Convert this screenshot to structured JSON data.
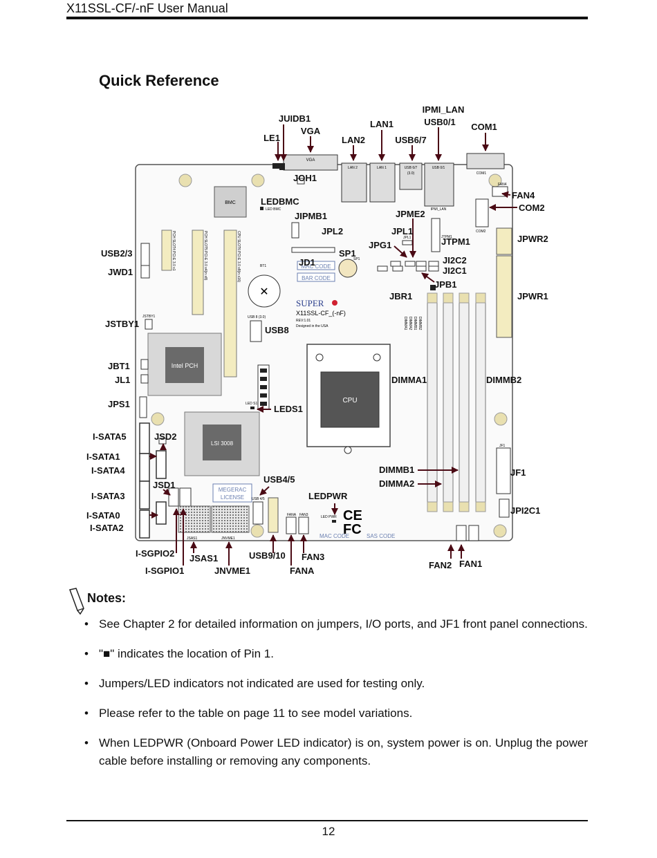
{
  "header": {
    "manual_title": "X11SSL-CF/-nF User Manual"
  },
  "section_title": "Quick Reference",
  "diagram": {
    "labels": {
      "juidb1": "JUIDB1",
      "vga": "VGA",
      "le1": "LE1",
      "lan1": "LAN1",
      "lan2": "LAN2",
      "ipmi_lan": "IPMI_LAN",
      "usb01": "USB0/1",
      "com1": "COM1",
      "usb67": "USB6/7",
      "joh1": "JOH1",
      "ledbmc": "LEDBMC",
      "fan4": "FAN4",
      "com2": "COM2",
      "jipmb1": "JIPMB1",
      "jpl2": "JPL2",
      "jpme2": "JPME2",
      "jpl1": "JPL1",
      "jtpm1": "JTPM1",
      "jpwr2": "JPWR2",
      "usb23": "USB2/3",
      "jwd1": "JWD1",
      "jpg1": "JPG1",
      "sp1": "SP1",
      "jd1": "JD1",
      "ji2c2": "JI2C2",
      "ji2c1": "JI2C1",
      "jpb1": "JPB1",
      "jbr1": "JBR1",
      "jpwr1": "JPWR1",
      "jstby1": "JSTBY1",
      "usb8": "USB8",
      "jbt1": "JBT1",
      "jl1": "JL1",
      "dimma1": "DIMMA1",
      "dimmb2": "DIMMB2",
      "jps1": "JPS1",
      "leds1": "LEDS1",
      "isata5": "I-SATA5",
      "jsd2": "JSD2",
      "isata1": "I-SATA1",
      "isata4": "I-SATA4",
      "dimmb1": "DIMMB1",
      "jf1": "JF1",
      "dimma2": "DIMMA2",
      "usb45": "USB4/5",
      "isata3": "I-SATA3",
      "jsd1": "JSD1",
      "ledpwr": "LEDPWR",
      "jpi2c1": "JPI2C1",
      "isata0": "I-SATA0",
      "isata2": "I-SATA2",
      "isgpio2": "I-SGPIO2",
      "jsas1": "JSAS1",
      "usb910": "USB9/10",
      "fan3": "FAN3",
      "fan2": "FAN2",
      "fan1": "FAN1",
      "isgpio1": "I-SGPIO1",
      "jnvme1": "JNVME1",
      "fana": "FANA"
    },
    "silkscreen": {
      "bmc": "BMC",
      "intel_pch": "Intel PCH",
      "cpu": "CPU",
      "lsi": "LSI 3008",
      "vga_port": "VGA",
      "lan2_port": "LAN 2",
      "lan1_port": "LAN 1",
      "usb67_port": "USB 6/7",
      "usb67_sub": "(3.0)",
      "usb01_port": "USB 0/1",
      "ipmi_port": "IPMI_LAN",
      "com1_port": "COM1",
      "com2_port": "COM2",
      "bt1": "BT1",
      "led_bmc": "LED BMC",
      "mac_code": "MAC CODE",
      "bar_code": "BAR CODE",
      "mac_code2": "MAC CODE",
      "sas_code": "SAS CODE",
      "megarac": "MEGERAC",
      "license": "LICENSE",
      "brand": "SUPER",
      "model": "X11SSL-CF_(-nF)",
      "rev": "REV:1.01",
      "designed": "Designed in the USA",
      "usb8_port": "USB 8 (3.0)",
      "jsas1_sk": "JSAS1",
      "jnvme1_sk": "JNVME1",
      "led_pwr": "LED PWR",
      "usb45_sk": "USB 4/5",
      "fana_sk": "FANA",
      "fan3_sk": "FAN3",
      "jstby1_sk": "JSTBY1",
      "ledsl_sk": "LED S1",
      "jf1_sk": "JF1",
      "fan4_sk": "FAN4",
      "jpl1_sk": "JPL1",
      "jtpm1_sk": "JTPM1",
      "sp1_sk": "SP1",
      "pcie1": "PCH SLOT4 PCI-E 3.0 x1",
      "pcie2": "PCH SLOT5 PCI-E 3.0 x4(in x8)",
      "pcie3": "CPU SLOT6 PCI-E 3.0 x8(in x16)",
      "dimm_a1": "DIMMA1",
      "dimm_a2": "DIMMA2",
      "dimm_b1": "DIMMB1",
      "dimm_b2": "DIMMB2"
    }
  },
  "notes": {
    "heading": "Notes:",
    "items": [
      "See Chapter 2 for detailed information on jumpers, I/O ports, and JF1 front panel connections.",
      "\"■\" indicates the location of Pin 1.",
      "Jumpers/LED indicators not indicated are used for testing only.",
      "Please refer to the table on page 11 to see model variations.",
      "When LEDPWR (Onboard Power LED indicator) is on, system power is on. Unplug the power cable before installing or removing any components."
    ]
  },
  "footer": {
    "page_number": "12"
  }
}
